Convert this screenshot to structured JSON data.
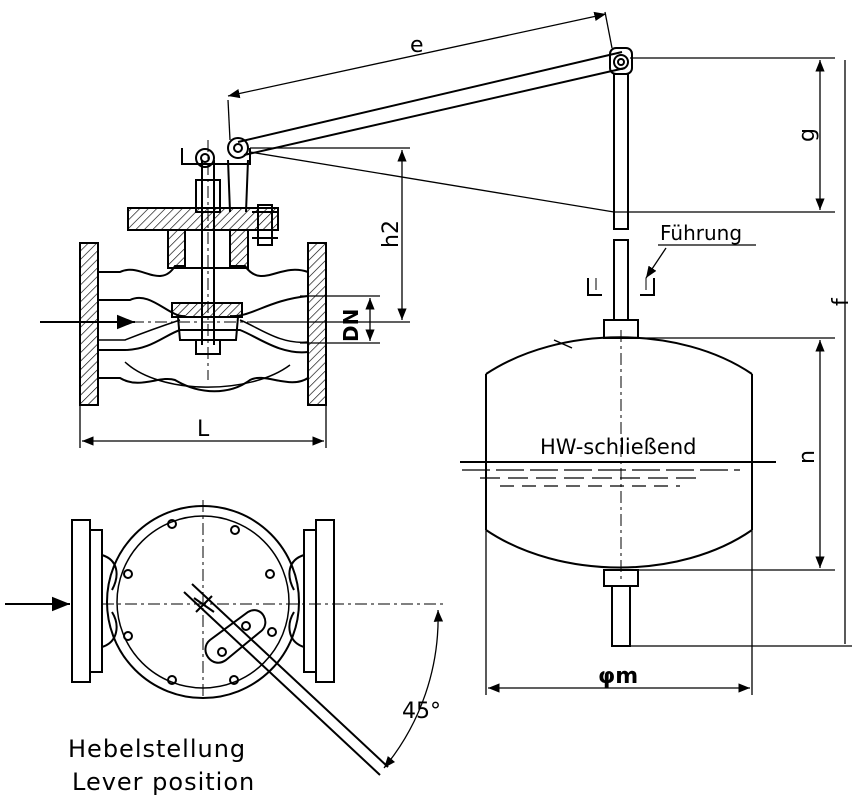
{
  "labels": {
    "e": "e",
    "g": "g",
    "f": "f",
    "h2": "h2",
    "dn": "DN",
    "l": "L",
    "n": "n",
    "phi_m": "φm",
    "fuhrung": "Führung",
    "hw": "HW-schließend",
    "angle": "45°",
    "caption_de": "Hebelstellung",
    "caption_en": "Lever position"
  }
}
